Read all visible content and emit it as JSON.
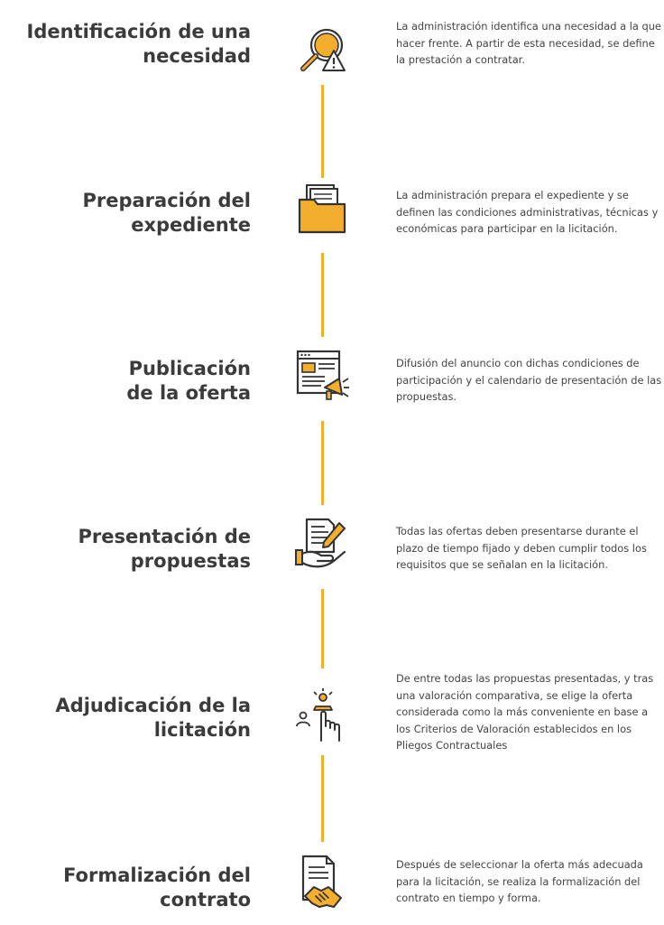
{
  "accent_color": "#f4ae2e",
  "steps": [
    {
      "title_line1": "Identificación de una",
      "title_line2": "necesidad",
      "icon": "search-warning-icon",
      "description": "La administración identifica una necesidad a la que hacer frente. A partir de esta necesidad, se define la prestación a contratar."
    },
    {
      "title_line1": "Preparación del",
      "title_line2": "expediente",
      "icon": "folder-icon",
      "description": "La administración prepara el expediente y se definen las condiciones administrativas, técnicas y económicas para participar en la licitación."
    },
    {
      "title_line1": "Publicación",
      "title_line2": "de la oferta",
      "icon": "webpage-megaphone-icon",
      "description": "Difusión del anuncio con dichas condiciones de participación y el calendario de presentación de las propuestas."
    },
    {
      "title_line1": "Presentación de",
      "title_line2": "propuestas",
      "icon": "document-pen-hand-icon",
      "description": "Todas las ofertas deben presentarse durante el plazo de tiempo fijado y deben cumplir todos los requisitos que se señalan en la licitación."
    },
    {
      "title_line1": "Adjudicación de la",
      "title_line2": "licitación",
      "icon": "hand-select-icon",
      "description": "De entre todas las propuestas presentadas, y tras una valoración comparativa, se elige la oferta considerada como la más conveniente en base a los Criterios de Valoración establecidos en los Pliegos Contractuales"
    },
    {
      "title_line1": "Formalización del",
      "title_line2": "contrato",
      "icon": "contract-handshake-icon",
      "description": "Después de seleccionar la oferta más adecuada para la licitación, se realiza la formalización del contrato en tiempo y forma."
    }
  ]
}
